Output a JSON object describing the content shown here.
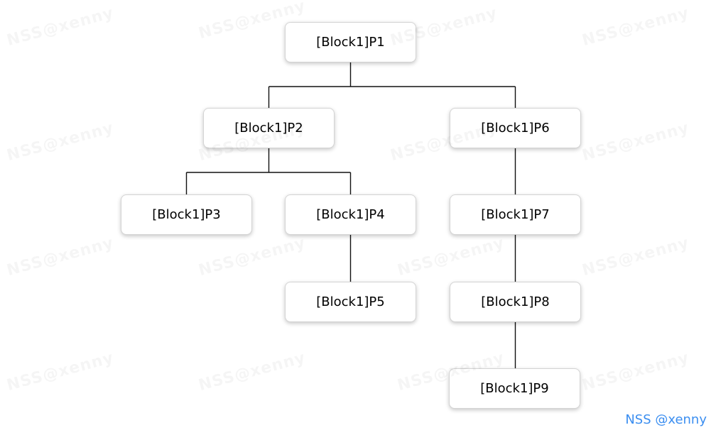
{
  "diagram": {
    "type": "tree",
    "nodes": [
      {
        "id": "P1",
        "label": "[Block1]P1",
        "parent": null
      },
      {
        "id": "P2",
        "label": "[Block1]P2",
        "parent": "P1"
      },
      {
        "id": "P3",
        "label": "[Block1]P3",
        "parent": "P2"
      },
      {
        "id": "P4",
        "label": "[Block1]P4",
        "parent": "P2"
      },
      {
        "id": "P5",
        "label": "[Block1]P5",
        "parent": "P4"
      },
      {
        "id": "P6",
        "label": "[Block1]P6",
        "parent": "P1"
      },
      {
        "id": "P7",
        "label": "[Block1]P7",
        "parent": "P6"
      },
      {
        "id": "P8",
        "label": "[Block1]P8",
        "parent": "P7"
      },
      {
        "id": "P9",
        "label": "[Block1]P9",
        "parent": "P8"
      }
    ],
    "edges": [
      [
        "P1",
        "P2"
      ],
      [
        "P1",
        "P6"
      ],
      [
        "P2",
        "P3"
      ],
      [
        "P2",
        "P4"
      ],
      [
        "P4",
        "P5"
      ],
      [
        "P6",
        "P7"
      ],
      [
        "P7",
        "P8"
      ],
      [
        "P8",
        "P9"
      ]
    ]
  },
  "watermark": {
    "text": "NSS@xenny"
  },
  "credit": {
    "text": "NSS @xenny"
  },
  "colors": {
    "credit_blue": "#3b8ef0",
    "node_border": "#d4d4d4",
    "node_fill": "#ffffff",
    "line": "#111111",
    "background": "#ffffff"
  }
}
